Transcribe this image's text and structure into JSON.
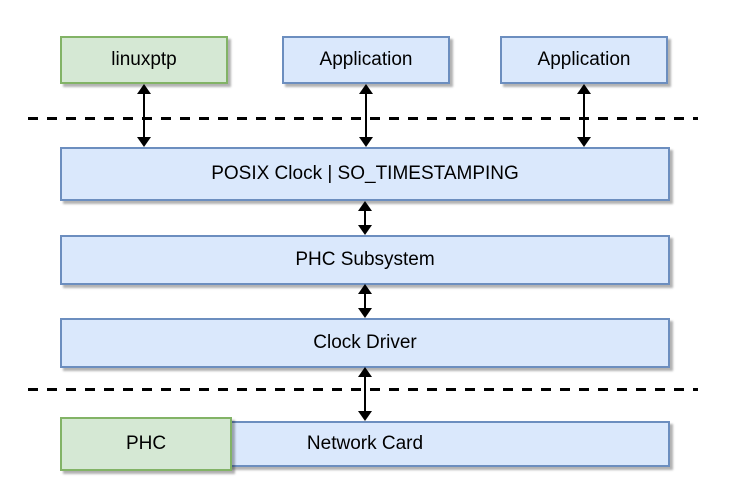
{
  "diagram": {
    "type": "architecture-block-diagram",
    "boxes": {
      "linuxptp": {
        "label": "linuxptp",
        "fill": "#d5e8d4",
        "border": "#82b366"
      },
      "application_1": {
        "label": "Application",
        "fill": "#dae8fc",
        "border": "#6c8ebf"
      },
      "application_2": {
        "label": "Application",
        "fill": "#dae8fc",
        "border": "#6c8ebf"
      },
      "posix_clock": {
        "label": "POSIX Clock | SO_TIMESTAMPING",
        "fill": "#dae8fc",
        "border": "#6c8ebf"
      },
      "phc_subsystem": {
        "label": "PHC Subsystem",
        "fill": "#dae8fc",
        "border": "#6c8ebf"
      },
      "clock_driver": {
        "label": "Clock Driver",
        "fill": "#dae8fc",
        "border": "#6c8ebf"
      },
      "phc": {
        "label": "PHC",
        "fill": "#d5e8d4",
        "border": "#82b366"
      },
      "network_card": {
        "label": "Network Card",
        "fill": "#dae8fc",
        "border": "#6c8ebf"
      }
    },
    "connectors": {
      "style": "double-headed-vertical-arrow",
      "color": "#000000",
      "count": 6
    },
    "boundaries": {
      "style": "thick-dashed-horizontal-line",
      "color": "#000000",
      "count": 2
    },
    "background": "#ffffff",
    "shadow_color": "rgba(0,0,0,0.30)"
  }
}
